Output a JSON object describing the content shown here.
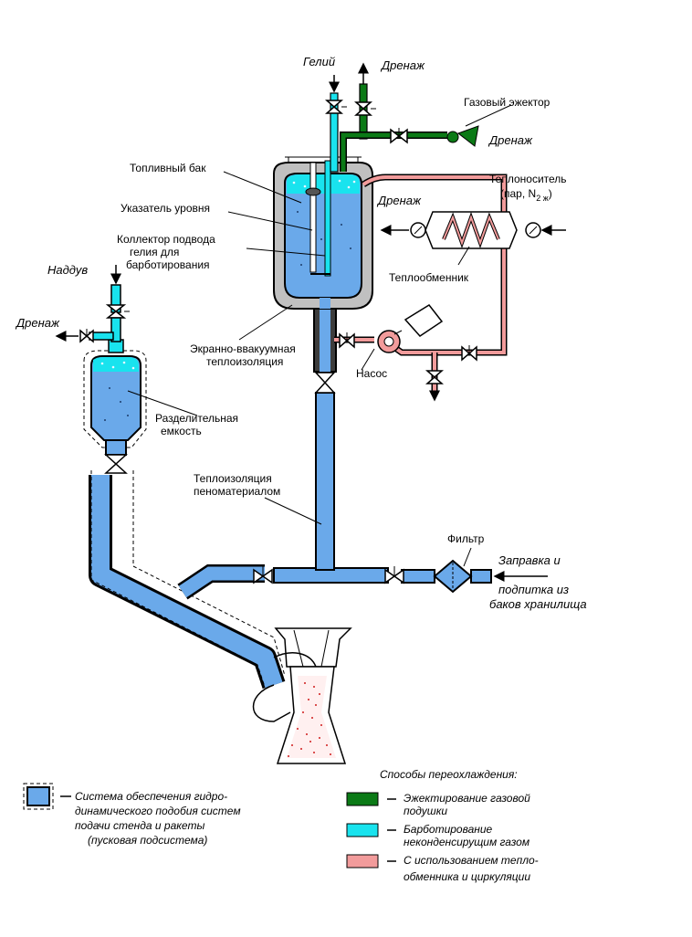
{
  "colors": {
    "liquid": "#6aa9ea",
    "insulation": "#c0c0c0",
    "ejector": "#0b7a16",
    "helium": "#19e3ee",
    "heat": "#f29b9b",
    "pipe_dark": "#3d3d3d"
  },
  "labels": {
    "helium": "Гелий",
    "drain_top": "Дренаж",
    "gas_ejector": "Газовый эжектор",
    "drain_ejector": "Дренаж",
    "fuel_tank": "Топливный бак",
    "level_indicator": "Указатель уровня",
    "helium_collector": [
      "Коллектор подвода",
      "гелия  для",
      "барботирования"
    ],
    "drain_hx": "Дренаж",
    "coolant_line1": "Теплоноситель",
    "coolant_line2_pre": "(пар, N",
    "coolant_sub": "2 ж",
    "coolant_line2_post": ")",
    "heat_exchanger": "Теплообменник",
    "pressurization": "Наддув",
    "drain_left": "Дренаж",
    "vacuum_insulation": [
      "Экранно-ввакуумная",
      "теплоизоляция"
    ],
    "pump": "Насос",
    "separator_vessel": [
      "Разделительная",
      "емкость"
    ],
    "foam_insulation": [
      "Теплоизоляция",
      "пеноматериалом"
    ],
    "filter": "Фильтр",
    "refuel": [
      "Заправка  и",
      "подпитка из",
      "баков хранилища"
    ]
  },
  "legend": {
    "system": [
      "Система обеспечения гидро-",
      "динамического подобия систем",
      "подачи стенда  и ракеты",
      "(пусковая подсистема)"
    ],
    "methods_title": "Способы переохлаждения:",
    "methods": [
      {
        "color_key": "ejector",
        "lines": [
          "Эжектирование газовой",
          "подушки"
        ]
      },
      {
        "color_key": "helium",
        "lines": [
          "Барботирование",
          "неконденсирущим газом"
        ]
      },
      {
        "color_key": "heat",
        "lines": [
          "С использованием тепло-",
          "обменника и циркуляции"
        ]
      }
    ]
  }
}
